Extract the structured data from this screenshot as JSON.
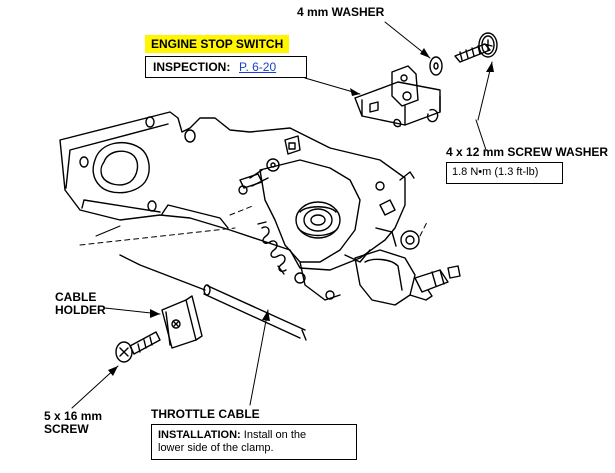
{
  "washer_label": "4 mm WASHER",
  "engine_stop_switch": {
    "title": "ENGINE STOP SWITCH",
    "inspection_label": "INSPECTION:",
    "inspection_ref": "P. 6-20"
  },
  "screw_washer": {
    "label": "4 x 12 mm SCREW WASHER",
    "torque": "1.8 N•m (1.3 ft-lb)"
  },
  "cable_holder": {
    "line1": "CABLE",
    "line2": "HOLDER"
  },
  "screw_5x16": {
    "line1": "5 x 16 mm",
    "line2": "SCREW"
  },
  "throttle_cable": {
    "label": "THROTTLE CABLE",
    "installation_label": "INSTALLATION:",
    "installation_text_1": "Install on the",
    "installation_text_2": "lower side of the clamp."
  },
  "colors": {
    "highlight": "#fff600",
    "link": "#1a3fd1"
  }
}
